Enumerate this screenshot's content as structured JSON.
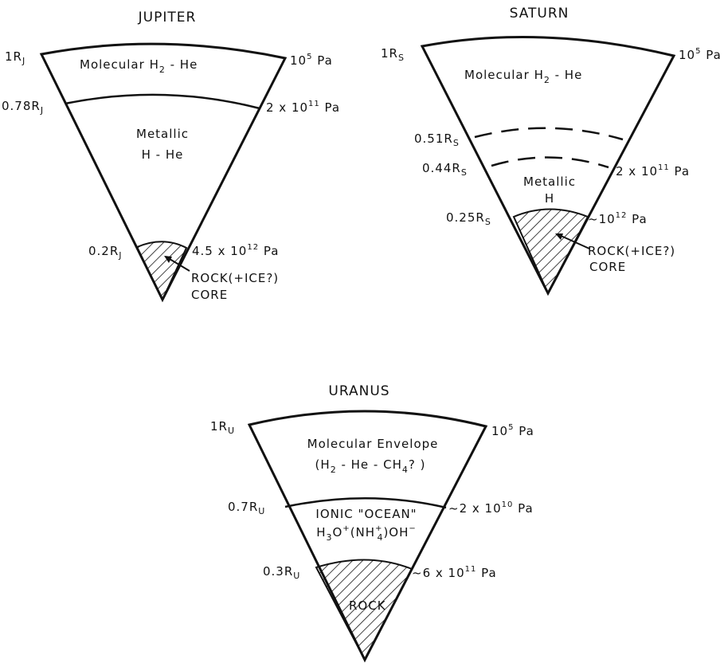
{
  "jupiter": {
    "title": "JUPITER",
    "radii": {
      "outer": "1R",
      "outer_sub": "J",
      "transition": "0.78R",
      "transition_sub": "J",
      "core": "0.2R",
      "core_sub": "J"
    },
    "pressures": {
      "outer_base": "10",
      "outer_exp": "5",
      "outer_unit": " Pa",
      "transition_base": "2 x 10",
      "transition_exp": "11",
      "transition_unit": " Pa",
      "core_base": "4.5 x 10",
      "core_exp": "12",
      "core_unit": " Pa"
    },
    "layers": {
      "molecular_a": "Molecular H",
      "molecular_sub": "2",
      "molecular_b": " - He",
      "metallic_1": "Metallic",
      "metallic_2": "H - He",
      "core_1": "ROCK(+ICE?)",
      "core_2": "CORE"
    }
  },
  "saturn": {
    "title": "SATURN",
    "radii": {
      "outer": "1R",
      "outer_sub": "S",
      "dash1": "0.51R",
      "dash1_sub": "S",
      "dash2": "0.44R",
      "dash2_sub": "S",
      "core": "0.25R",
      "core_sub": "S"
    },
    "pressures": {
      "outer_base": "10",
      "outer_exp": "5",
      "outer_unit": " Pa",
      "dash2_base": "2 x 10",
      "dash2_exp": "11",
      "dash2_unit": " Pa",
      "core_base": "~10",
      "core_exp": "12",
      "core_unit": " Pa"
    },
    "layers": {
      "molecular_a": "Molecular  H",
      "molecular_sub": "2",
      "molecular_b": " - He",
      "metallic_1": "Metallic",
      "metallic_2": "H",
      "core_1": "ROCK(+ICE?)",
      "core_2": "CORE"
    }
  },
  "uranus": {
    "title": "URANUS",
    "radii": {
      "outer": "1R",
      "outer_sub": "U",
      "ocean": "0.7R",
      "ocean_sub": "U",
      "core": "0.3R",
      "core_sub": "U"
    },
    "pressures": {
      "outer_base": "10",
      "outer_exp": "5",
      "outer_unit": " Pa",
      "ocean_base": "~2 x 10",
      "ocean_exp": "10",
      "ocean_unit": " Pa",
      "core_base": "~6 x 10",
      "core_exp": "11",
      "core_unit": " Pa"
    },
    "layers": {
      "envelope_1": "Molecular Envelope",
      "envelope_2a": "(H",
      "envelope_2s1": "2",
      "envelope_2b": " - He - CH",
      "envelope_2s2": "4",
      "envelope_2c": "? )",
      "ocean_1": "IONIC \"OCEAN\"",
      "ocean_2a": "H",
      "ocean_2s1": "3",
      "ocean_2b": "O",
      "ocean_2p": "+",
      "ocean_2c": "(NH",
      "ocean_2p2": "+",
      "ocean_2s2": "4",
      "ocean_2d": ")OH",
      "ocean_2p3": "−",
      "core_1": "ROCK"
    }
  }
}
